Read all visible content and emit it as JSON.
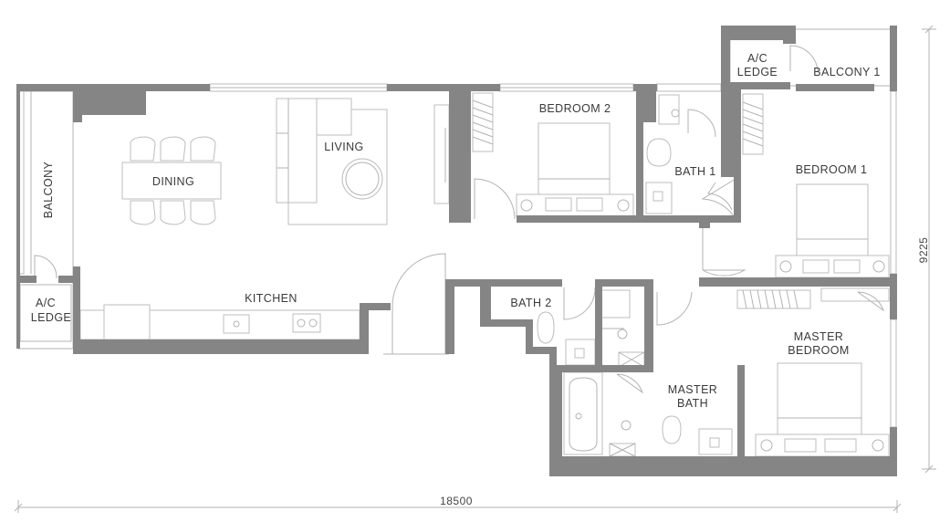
{
  "rooms": {
    "balcony_left": "BALCONY",
    "ac_ledge_left_line1": "A/C",
    "ac_ledge_left_line2": "LEDGE",
    "dining": "DINING",
    "living": "LIVING",
    "kitchen": "KITCHEN",
    "bedroom2": "BEDROOM 2",
    "bath1": "BATH 1",
    "ac_ledge_top_line1": "A/C",
    "ac_ledge_top_line2": "LEDGE",
    "balcony1": "BALCONY 1",
    "bedroom1": "BEDROOM 1",
    "bath2": "BATH 2",
    "master_bedroom_line1": "MASTER",
    "master_bedroom_line2": "BEDROOM",
    "master_bath_line1": "MASTER",
    "master_bath_line2": "BATH"
  },
  "dimensions": {
    "width": "18500",
    "height": "9225"
  },
  "colors": {
    "wall": "#858585",
    "line": "#b3b3b3",
    "text": "#3a3a3a"
  }
}
